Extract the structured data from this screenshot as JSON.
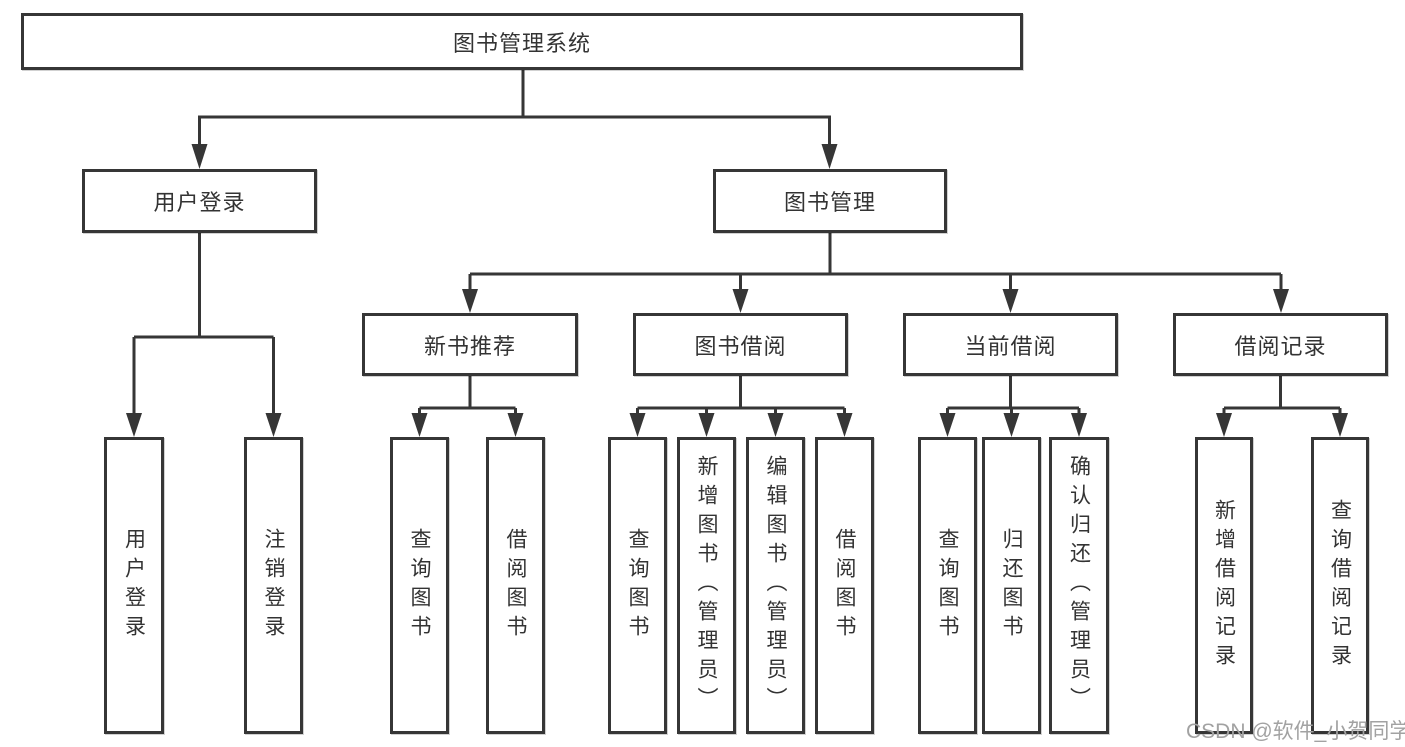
{
  "diagram": {
    "type": "tree",
    "title": "图书管理系统"
  },
  "nodes": {
    "root": "图书管理系统",
    "login": "用户登录",
    "manage": "图书管理",
    "recommend": "新书推荐",
    "borrow": "图书借阅",
    "current": "当前借阅",
    "record": "借阅记录",
    "leaf_login": "用户登录",
    "leaf_logout": "注销登录",
    "leaf_rec_query": "查询图书",
    "leaf_rec_borrow": "借阅图书",
    "leaf_bor_query": "查询图书",
    "leaf_bor_add": "新增图书（管理员）",
    "leaf_bor_edit": "编辑图书（管理员）",
    "leaf_bor_borrow": "借阅图书",
    "leaf_cur_query": "查询图书",
    "leaf_cur_return": "归还图书",
    "leaf_cur_confirm": "确认归还（管理员）",
    "leaf_record_add": "新增借阅记录",
    "leaf_record_query": "查询借阅记录"
  },
  "hierarchy": {
    "图书管理系统": [
      "用户登录",
      "图书管理"
    ],
    "用户登录": [
      "用户登录",
      "注销登录"
    ],
    "图书管理": [
      "新书推荐",
      "图书借阅",
      "当前借阅",
      "借阅记录"
    ],
    "新书推荐": [
      "查询图书",
      "借阅图书"
    ],
    "图书借阅": [
      "查询图书",
      "新增图书（管理员）",
      "编辑图书（管理员）",
      "借阅图书"
    ],
    "当前借阅": [
      "查询图书",
      "归还图书",
      "确认归还（管理员）"
    ],
    "借阅记录": [
      "新增借阅记录",
      "查询借阅记录"
    ]
  },
  "watermark": "CSDN @软件_小贺同学",
  "colors": {
    "line": "#363636",
    "text": "#333333",
    "background": "#ffffff",
    "watermark_text": "#a2a2a2"
  }
}
